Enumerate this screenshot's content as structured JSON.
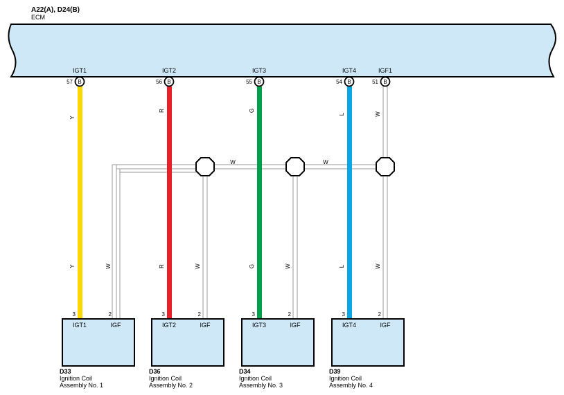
{
  "header": {
    "connector_ids": "A22(A), D24(B)",
    "ecm_label": "ECM"
  },
  "colors": {
    "body_fill": "#cfe8f7",
    "Y": "#ffd700",
    "R": "#e8202a",
    "G": "#00a04a",
    "L": "#0aa6e6",
    "W": "#ffffff",
    "W_outline": "#9a9a9a"
  },
  "ecm_pins": [
    {
      "signal": "IGT1",
      "pin": "57",
      "connector": "B"
    },
    {
      "signal": "IGT2",
      "pin": "56",
      "connector": "B"
    },
    {
      "signal": "IGT3",
      "pin": "55",
      "connector": "B"
    },
    {
      "signal": "IGT4",
      "pin": "54",
      "connector": "B"
    },
    {
      "signal": "IGF1",
      "pin": "51",
      "connector": "B"
    }
  ],
  "wire_labels": {
    "Y": "Y",
    "R": "R",
    "G": "G",
    "L": "L",
    "W": "W"
  },
  "coils": [
    {
      "code": "D33",
      "name_line1": "Ignition Coil",
      "name_line2": "Assembly No.  1",
      "left_terminal": "IGT1",
      "right_terminal": "IGF",
      "left_pin": "3",
      "right_pin": "2"
    },
    {
      "code": "D36",
      "name_line1": "Ignition Coil",
      "name_line2": "Assembly No.  2",
      "left_terminal": "IGT2",
      "right_terminal": "IGF",
      "left_pin": "3",
      "right_pin": "2"
    },
    {
      "code": "D34",
      "name_line1": "Ignition Coil",
      "name_line2": "Assembly No.  3",
      "left_terminal": "IGT3",
      "right_terminal": "IGF",
      "left_pin": "3",
      "right_pin": "2"
    },
    {
      "code": "D39",
      "name_line1": "Ignition Coil",
      "name_line2": "Assembly No.  4",
      "left_terminal": "IGT4",
      "right_terminal": "IGF",
      "left_pin": "3",
      "right_pin": "2"
    }
  ]
}
